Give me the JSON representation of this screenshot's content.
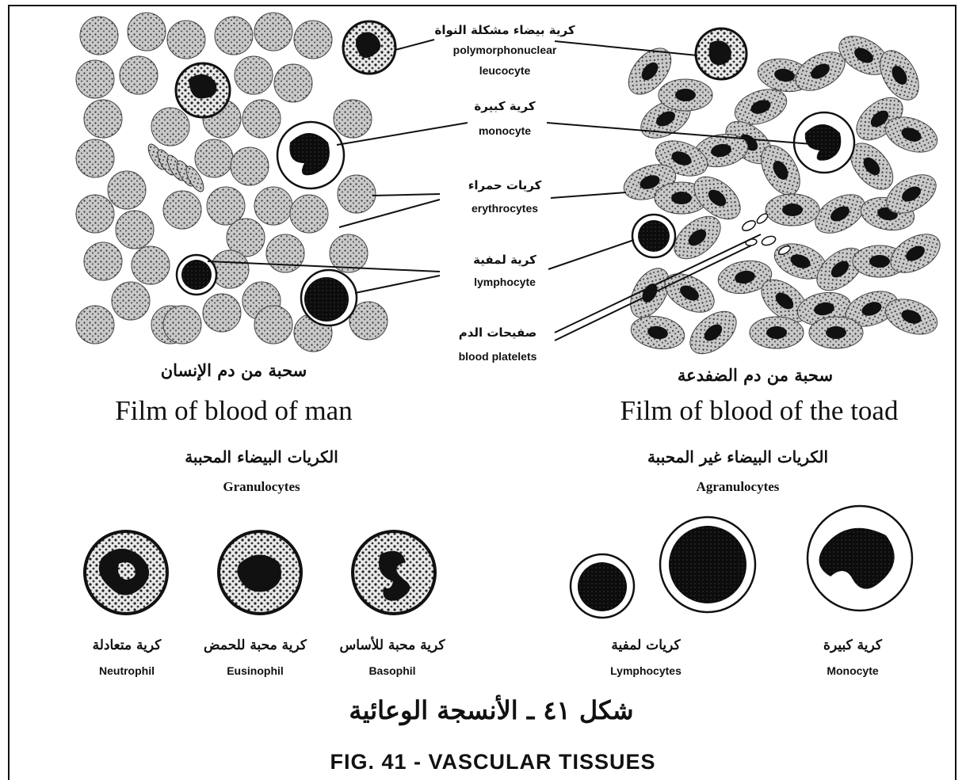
{
  "labels": {
    "polymorph": {
      "ar": "كرية بيضاء مشكلة النواة",
      "en1": "polymorphonuclear",
      "en2": "leucocyte"
    },
    "monocyte": {
      "ar": "كرية كبيرة",
      "en": "monocyte"
    },
    "erythrocytes": {
      "ar": "كريات حمراء",
      "en": "erythrocytes"
    },
    "lymphocyte": {
      "ar": "كرية لمفية",
      "en": "lymphocyte"
    },
    "platelets": {
      "ar": "صفيحات الدم",
      "en": "blood platelets"
    }
  },
  "films": {
    "man": {
      "ar": "سحبة من دم الإنسان",
      "en": "Film of blood of man"
    },
    "toad": {
      "ar": "سحبة من دم الضفدعة",
      "en": "Film of blood of the toad"
    }
  },
  "groups": {
    "granulocytes": {
      "ar": "الكريات البيضاء المحببة",
      "en": "Granulocytes"
    },
    "agranulocytes": {
      "ar": "الكريات البيضاء غير المحببة",
      "en": "Agranulocytes"
    }
  },
  "cells": [
    {
      "ar": "كرية متعادلة",
      "en": "Neutrophil"
    },
    {
      "ar": "كرية محبة للحمض",
      "en": "Eusinophil"
    },
    {
      "ar": "كرية محبة للأساس",
      "en": "Basophil"
    },
    {
      "ar": "كريات لمفية",
      "en": "Lymphocytes"
    },
    {
      "ar": "كرية كبيرة",
      "en": "Monocyte"
    }
  ],
  "caption": {
    "ar": "شكل ٤١ ـ الأنسجة الوعائية",
    "en": "FIG. 41 - VASCULAR TISSUES"
  },
  "colors": {
    "ink": "#111111",
    "paper": "#ffffff",
    "cell_gray": "#8a8a8a"
  }
}
